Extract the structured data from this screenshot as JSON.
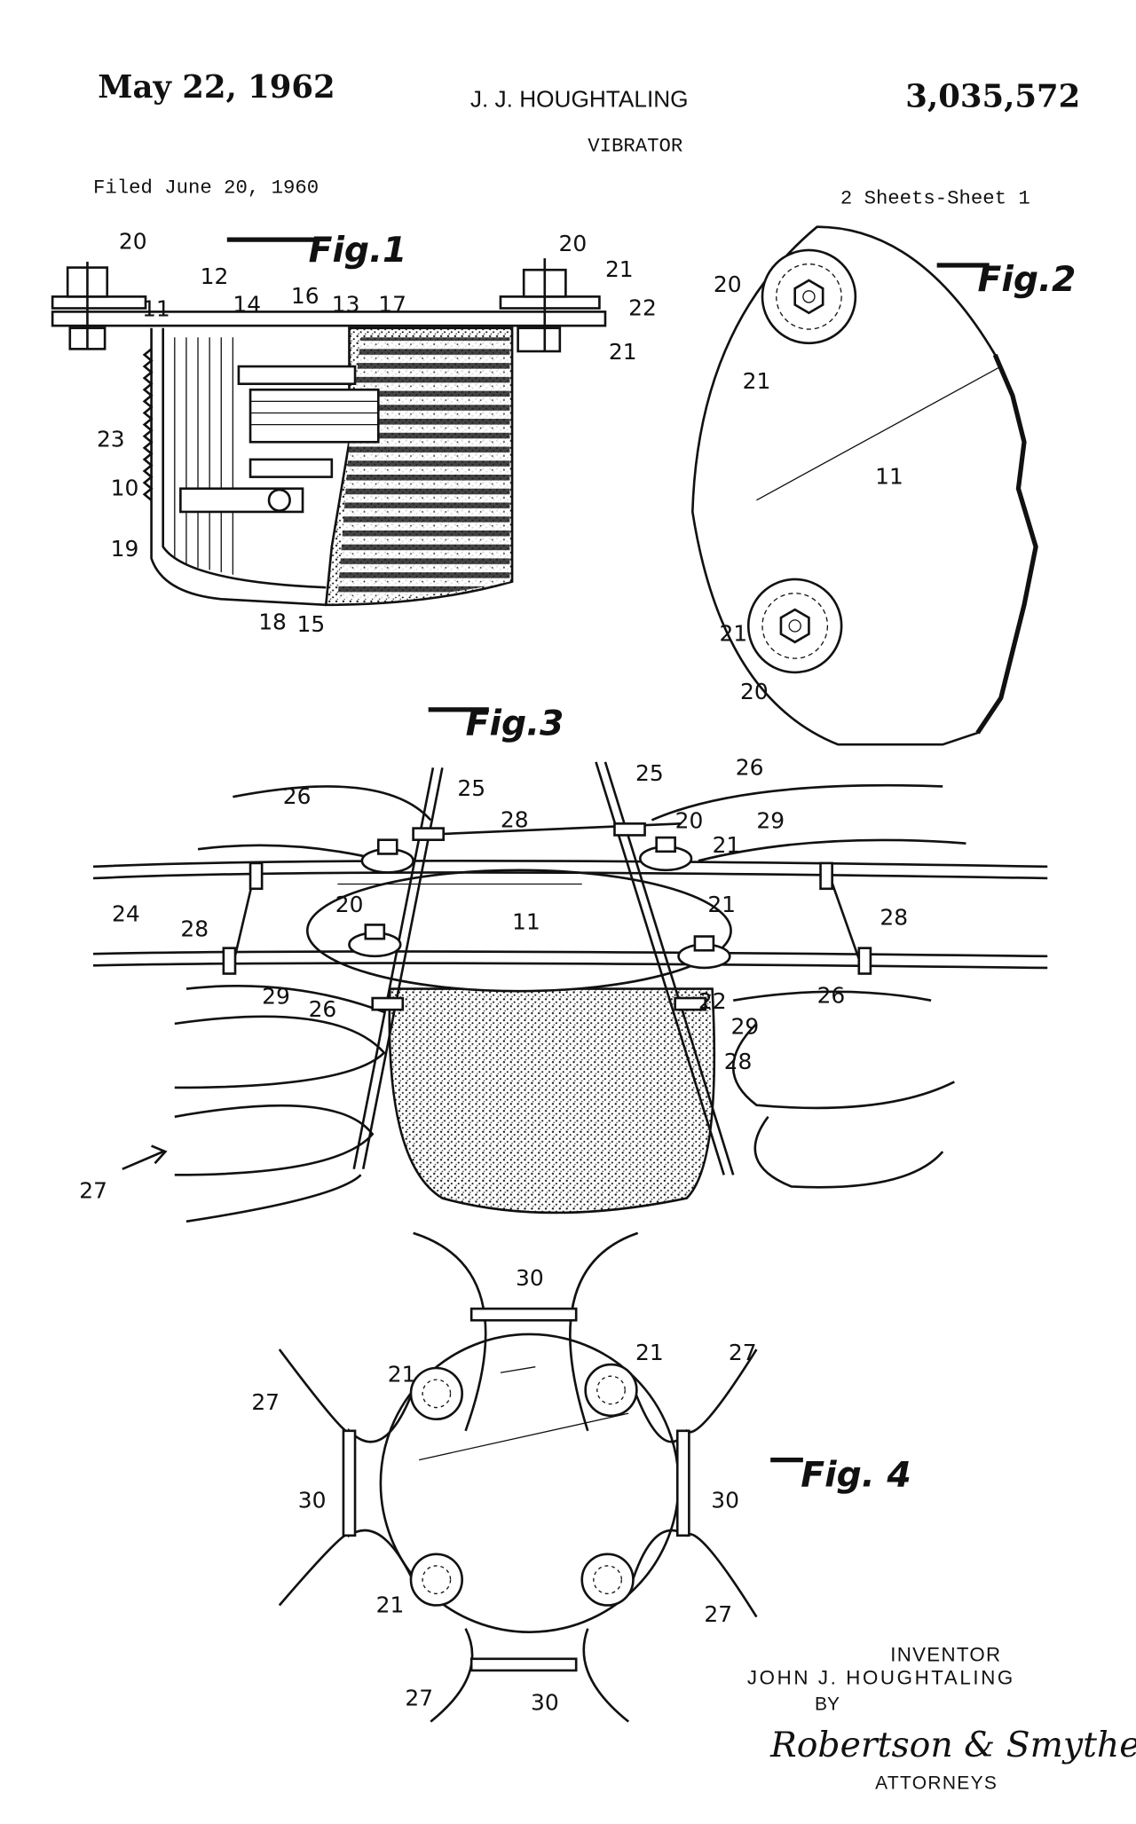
{
  "header": {
    "date": "May 22, 1962",
    "inventor_short": "J. J. HOUGHTALING",
    "patent_number": "3,035,572",
    "title": "VIBRATOR",
    "filed": "Filed June 20, 1960",
    "sheets": "2 Sheets-Sheet 1"
  },
  "figures": [
    {
      "label": "Fig.1",
      "refs": [
        "20",
        "11",
        "12",
        "14",
        "16",
        "13",
        "17",
        "20",
        "21",
        "22",
        "21",
        "23",
        "10",
        "19",
        "18",
        "15"
      ]
    },
    {
      "label": "Fig.2",
      "refs": [
        "20",
        "21",
        "11",
        "21",
        "20"
      ]
    },
    {
      "label": "Fig.3",
      "refs": [
        "26",
        "25",
        "25",
        "26",
        "28",
        "20",
        "21",
        "29",
        "24",
        "28",
        "20",
        "11",
        "21",
        "28",
        "29",
        "26",
        "22",
        "29",
        "26",
        "28",
        "27"
      ]
    },
    {
      "label": "Fig. 4",
      "refs": [
        "30",
        "21",
        "21",
        "27",
        "27",
        "30",
        "30",
        "21",
        "27",
        "27",
        "30"
      ]
    }
  ],
  "signature_block": {
    "inventor_heading": "INVENTOR",
    "inventor_name": "JOHN J. HOUGHTALING",
    "by": "BY",
    "signature": "Robertson & Smythe",
    "attorneys": "ATTORNEYS"
  }
}
